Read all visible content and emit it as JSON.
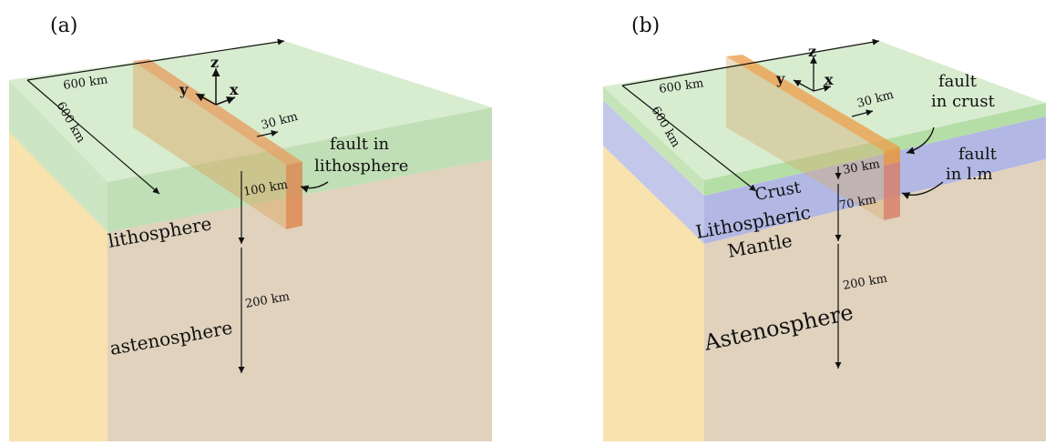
{
  "panel_a": {
    "label": "(a)",
    "dim_length": "600 km",
    "dim_width": "600 km",
    "dim_fault_width": "30 km",
    "layer_top": "lithosphere",
    "layer_top_thickness": "100 km",
    "layer_bottom": "astenosphere",
    "layer_bottom_thickness": "200 km",
    "fault_label_line1": "fault in",
    "fault_label_line2": "lithosphere",
    "axes": {
      "z": "z",
      "y": "y",
      "x": "x"
    }
  },
  "panel_b": {
    "label": "(b)",
    "dim_length": "600 km",
    "dim_width": "600 km",
    "dim_fault_width": "30 km",
    "crust": "Crust",
    "crust_thickness": "30 km",
    "mantle_line1": "Lithospheric",
    "mantle_line2": "Mantle",
    "mantle_thickness": "70 km",
    "asthenosphere": "Astenosphere",
    "asthenosphere_thickness": "200 km",
    "fault_crust_line1": "fault",
    "fault_crust_line2": "in crust",
    "fault_lm_line1": "fault",
    "fault_lm_line2": "in l.m",
    "axes": {
      "z": "z",
      "y": "y",
      "x": "x"
    }
  },
  "colors": {
    "lithosphere": "#b9dcae",
    "lithosphere_top": "#d6ebcd",
    "asthenosphere_front": "#e0d2bd",
    "asthenosphere_side": "#f8e2ad",
    "crust": "#b5dea6",
    "mantle": "#aeb4e2",
    "fault": "#e89a5c"
  }
}
